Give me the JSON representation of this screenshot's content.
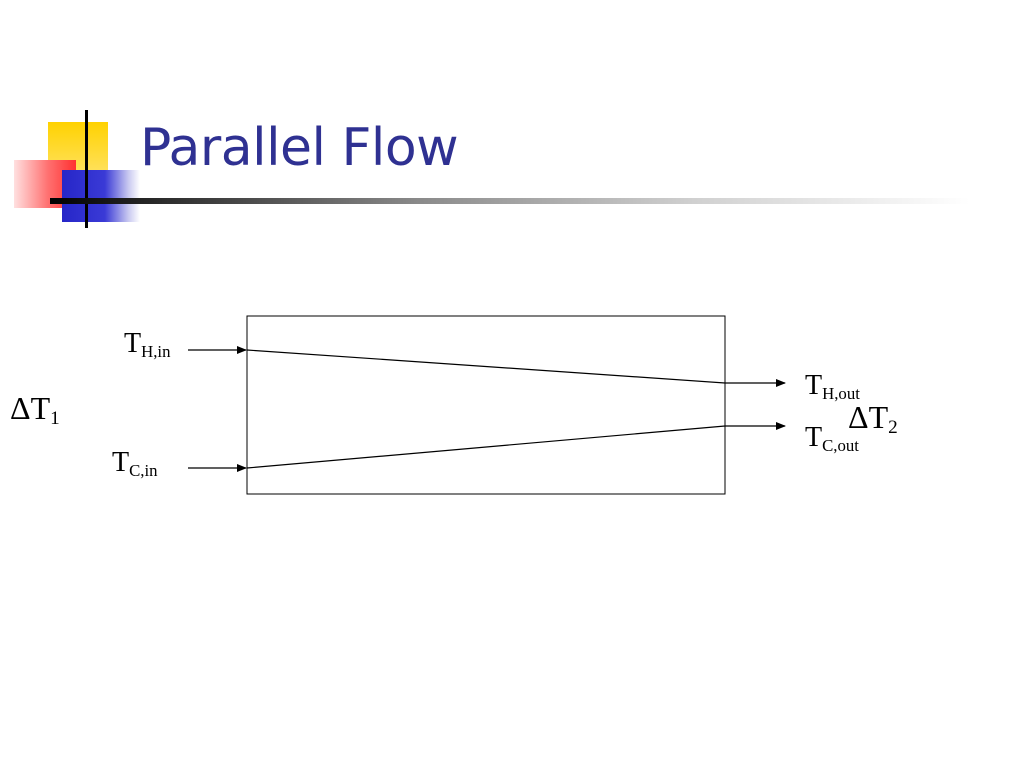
{
  "slide": {
    "title": "Parallel Flow"
  },
  "diagram": {
    "hot_in": {
      "main": "T",
      "sub": "H,in"
    },
    "cold_in": {
      "main": "T",
      "sub": "C,in"
    },
    "hot_out": {
      "main": "T",
      "sub": "H,out"
    },
    "cold_out": {
      "main": "T",
      "sub": "C,out"
    },
    "delta_1": {
      "main": "ΔT",
      "sub": "1"
    },
    "delta_2": {
      "main": "ΔT",
      "sub": "2"
    }
  }
}
